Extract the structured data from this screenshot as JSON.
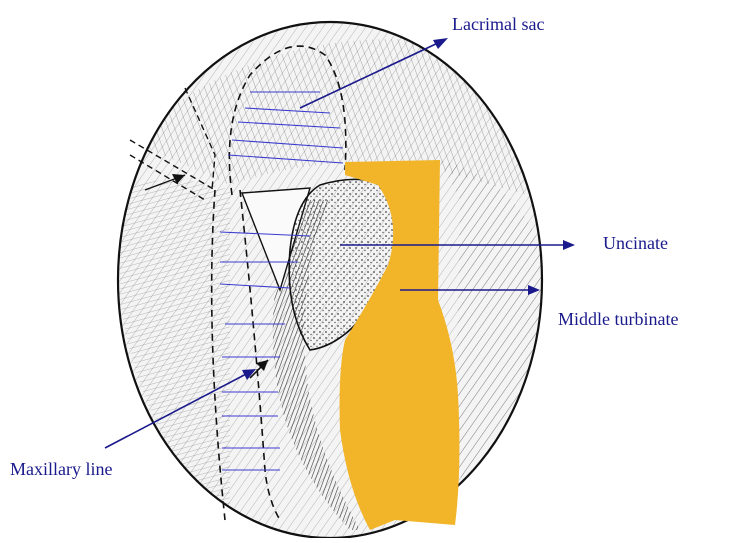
{
  "labels": {
    "lacrimal_sac": "Lacrimal sac",
    "uncinate": "Uncinate",
    "middle_turbinate": "Middle turbinate",
    "maxillary_line": "Maxillary line"
  },
  "colors": {
    "annotation": "#1a1a8c",
    "middle_turbinate_fill": "#F2B52A",
    "outline": "#111111",
    "hatching": "#555555"
  }
}
